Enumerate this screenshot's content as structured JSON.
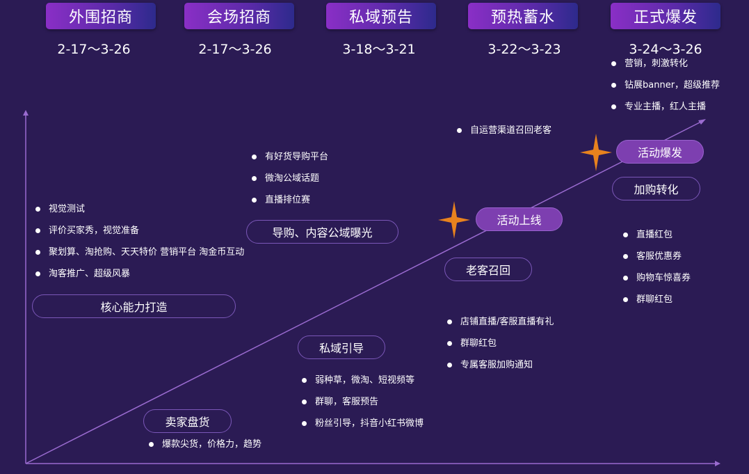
{
  "phases": [
    {
      "title": "外围招商",
      "date": "2-17～3-26"
    },
    {
      "title": "会场招商",
      "date": "2-17～3-26"
    },
    {
      "title": "私域预告",
      "date": "3-18～3-21"
    },
    {
      "title": "预热蓄水",
      "date": "3-22～3-23"
    },
    {
      "title": "正式爆发",
      "date": "3-24～3-26"
    }
  ],
  "stages": {
    "core": "核心能力打造",
    "seller": "卖家盘货",
    "private": "私域引导",
    "guide": "导购、内容公域曝光",
    "recall": "老客召回",
    "online": "活动上线",
    "burst": "活动爆发",
    "addcart": "加购转化"
  },
  "lists": {
    "core": [
      "视觉测试",
      "评价买家秀，视觉准备",
      "聚划算、淘抢购、天天特价 营销平台 淘金币互动",
      "淘客推广、超级风暴"
    ],
    "seller": [
      "爆款尖货，价格力，趋势"
    ],
    "private": [
      "弱种草，微淘、短视频等",
      "群聊，客服预告",
      "粉丝引导，抖音小红书微博"
    ],
    "guide": [
      "有好货导购平台",
      "微淘公域话题",
      "直播排位赛"
    ],
    "recall_top": [
      "自运营渠道召回老客"
    ],
    "recall_bottom": [
      "店铺直播/客服直播有礼",
      "群聊红包",
      "专属客服加购通知"
    ],
    "burst_top": [
      "营销，刺激转化",
      "钻展banner，超级推荐",
      "专业主播，红人主播"
    ],
    "addcart": [
      "直播红包",
      "客服优惠券",
      "购物车惊喜券",
      "群聊红包"
    ]
  },
  "icons": {
    "star": "sparkle-star-icon"
  },
  "colors": {
    "background": "#2b1b54",
    "axis": "#9a6bd0",
    "star": "#e8821e",
    "pill_fill": "#7d3fb0"
  }
}
